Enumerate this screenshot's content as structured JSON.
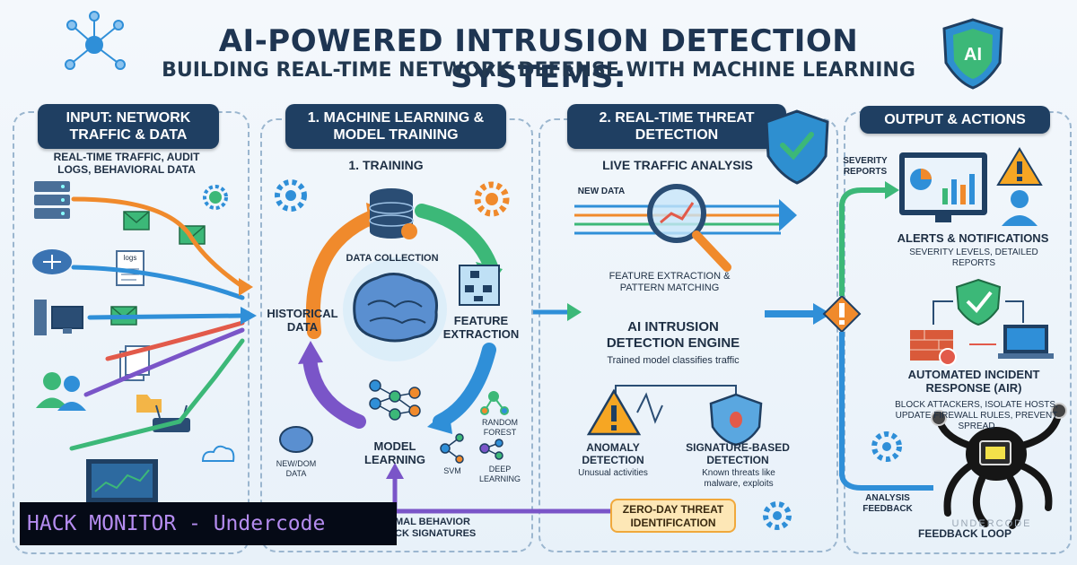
{
  "title": "AI-POWERED INTRUSION DETECTION SYSTEMS:",
  "subtitle": "BUILDING REAL-TIME NETWORK DEFENSE WITH MACHINE LEARNING",
  "ai_badge_text": "AI",
  "input": {
    "header": "INPUT: NETWORK TRAFFIC & DATA",
    "description": "REAL-TIME TRAFFIC, AUDIT LOGS, BEHAVIORAL DATA",
    "logs_label": "logs"
  },
  "training": {
    "header": "1. MACHINE LEARNING & MODEL TRAINING",
    "stage_label": "1. TRAINING",
    "data_collection": "DATA COLLECTION",
    "historical_data": "HISTORICAL DATA",
    "feature_extraction": "FEATURE EXTRACTION",
    "model_learning": "MODEL LEARNING",
    "random_forest": "RANDOM FOREST",
    "svm": "SVM",
    "deep_learning": "DEEP LEARNING",
    "new_data": "NEW/DOM DATA",
    "feedback_text": "MAL BEHAVIOR\nCK SIGNATURES"
  },
  "detection": {
    "header": "2. REAL-TIME THREAT DETECTION",
    "live_traffic": "LIVE TRAFFIC ANALYSIS",
    "new_data": "NEW DATA",
    "feature_matching": "FEATURE EXTRACTION & PATTERN MATCHING",
    "engine_title": "AI INTRUSION DETECTION ENGINE",
    "engine_sub": "Trained model classifies traffic",
    "anomaly_title": "ANOMALY DETECTION",
    "anomaly_sub": "Unusual activities",
    "signature_title": "SIGNATURE-BASED DETECTION",
    "signature_sub": "Known threats like malware, exploits",
    "zero_day": "ZERO-DAY THREAT IDENTIFICATION"
  },
  "output": {
    "header": "OUTPUT & ACTIONS",
    "severity_reports": "SEVERITY REPORTS",
    "alerts_title": "ALERTS & NOTIFICATIONS",
    "alerts_sub": "SEVERITY LEVELS, DETAILED REPORTS",
    "air_title": "AUTOMATED INCIDENT RESPONSE (AIR)",
    "air_sub": "BLOCK ATTACKERS, ISOLATE HOSTS, UPDATE FIREWALL RULES, PREVENT SPREAD",
    "analysis_feedback": "ANALYSIS FEEDBACK",
    "feedback_loop": "FEEDBACK LOOP",
    "watermark": "UNDERCODE"
  },
  "footer_badge": "HACK MONITOR - Undercode",
  "colors": {
    "navy": "#1f3f62",
    "orange": "#f08a2c",
    "green": "#3cb878",
    "blue": "#2f8fd8",
    "purple": "#7a55c8",
    "red": "#e25a4a",
    "badge_text": "#b58cf0"
  }
}
